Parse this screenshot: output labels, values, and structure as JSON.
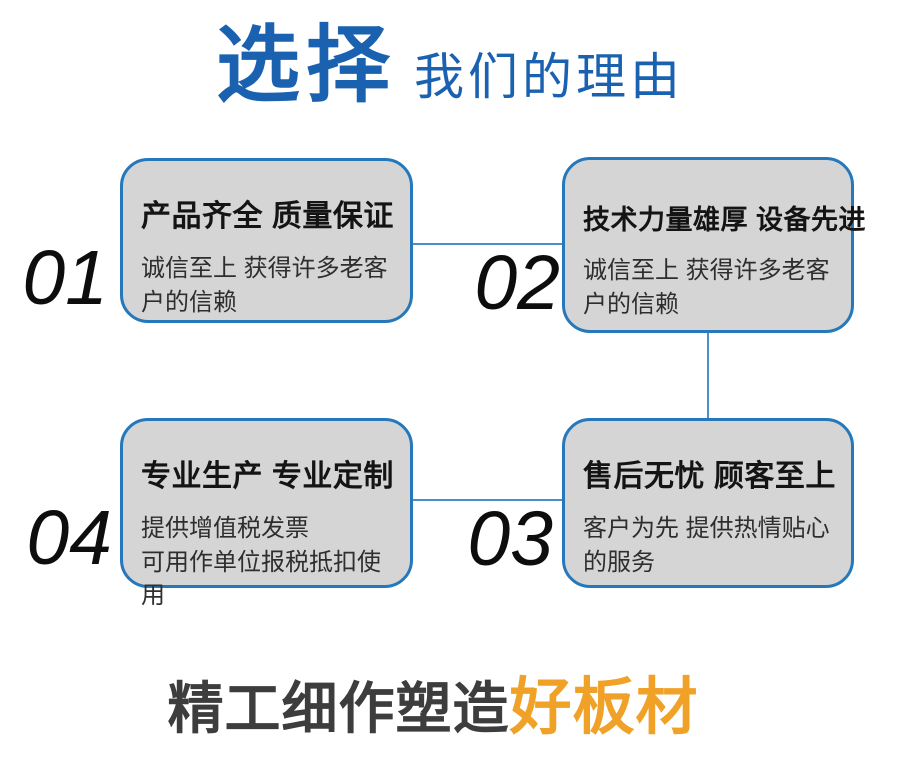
{
  "header": {
    "title_main": "选择",
    "title_sub": "我们的理由"
  },
  "reasons": [
    {
      "number": "01",
      "title": "产品齐全 质量保证",
      "desc": "诚信至上 获得许多老客户的信赖"
    },
    {
      "number": "02",
      "title": "技术力量雄厚 设备先进",
      "desc": "诚信至上 获得许多老客户的信赖"
    },
    {
      "number": "03",
      "title": "售后无忧 顾客至上",
      "desc": "客户为先 提供热情贴心的服务"
    },
    {
      "number": "04",
      "title": "专业生产 专业定制",
      "desc": "提供增值税发票\n可用作单位报税抵扣使用"
    }
  ],
  "footer": {
    "tagline_dark": "精工细作塑造",
    "tagline_orange": "好板材"
  },
  "colors": {
    "title_blue": "#1a61b0",
    "card_border_blue": "#2578bb",
    "connector_blue": "#4a90c8",
    "card_fill_gray": "#d5d5d5",
    "tagline_dark": "#3d3d3d",
    "tagline_orange": "#f0a127"
  }
}
